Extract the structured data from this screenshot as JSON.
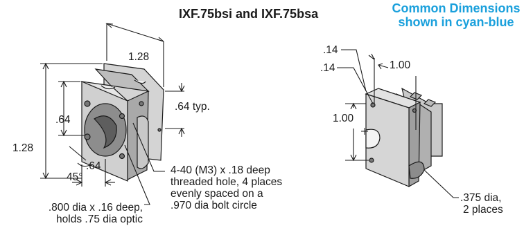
{
  "title": "IXF.75bsi and IXF.75bsa",
  "legend": {
    "line1": "Common Dimensions",
    "line2": "shown in cyan-blue",
    "color": "#1aa0dc"
  },
  "left_view": {
    "dim_width": "1.28",
    "dim_height": "1.28",
    "dim_hole_y": ".64",
    "dim_hole_x": ".64",
    "dim_typ": ".64 typ.",
    "dim_angle": "45°",
    "callout_threaded": [
      "4-40 (M3) x .18 deep",
      "threaded hole, 4 places",
      "evenly spaced on a",
      ".970 dia bolt circle"
    ],
    "callout_optic": [
      ".800 dia x .16 deep,",
      "holds .75 dia optic"
    ]
  },
  "right_view": {
    "dim_offset_x": ".14",
    "dim_offset_y": ".14",
    "dim_spacing_x": "1.00",
    "dim_spacing_y": "1.00",
    "callout_holes": [
      ".375 dia,",
      "2 places"
    ]
  }
}
